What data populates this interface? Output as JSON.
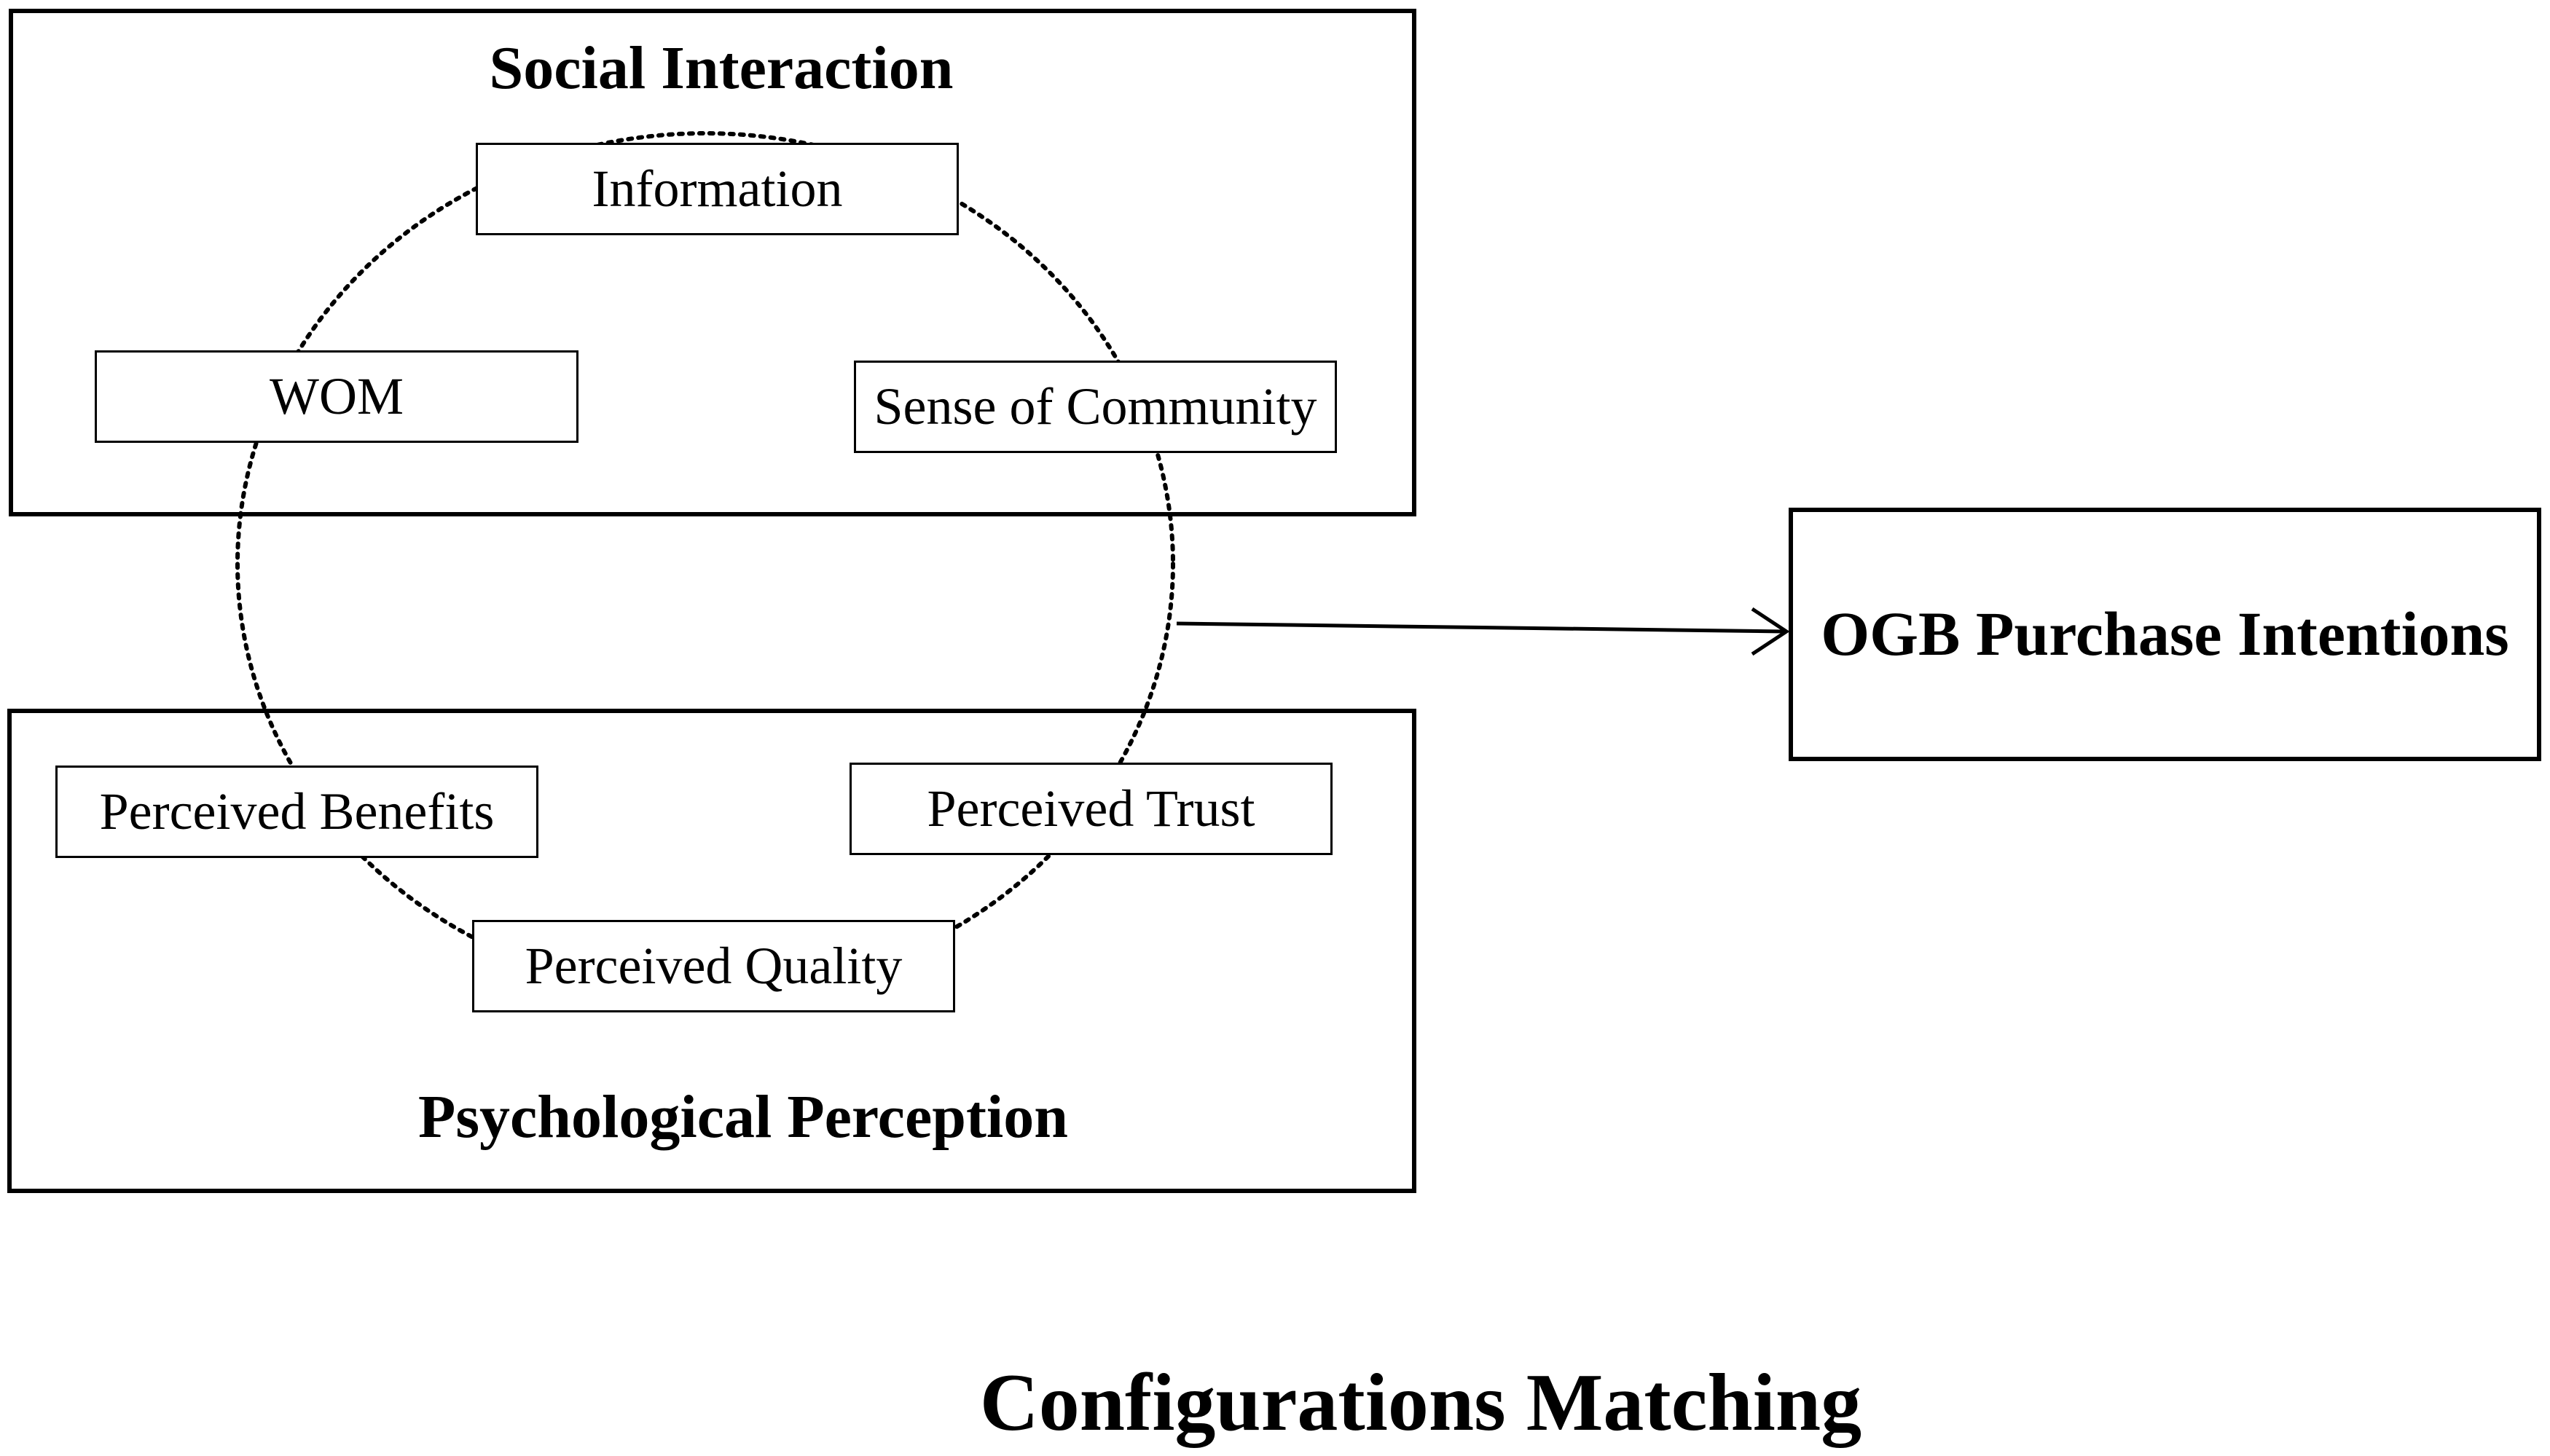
{
  "groups": {
    "social_interaction": "Social Interaction",
    "psychological_perception": "Psychological Perception"
  },
  "nodes": {
    "information": "Information",
    "wom": "WOM",
    "sense_of_community": "Sense of Community",
    "perceived_benefits": "Perceived Benefits",
    "perceived_trust": "Perceived Trust",
    "perceived_quality": "Perceived Quality"
  },
  "outcome": "OGB Purchase Intentions",
  "footer": "Configurations Matching",
  "style": {
    "line_color": "#000000",
    "background": "#ffffff"
  }
}
